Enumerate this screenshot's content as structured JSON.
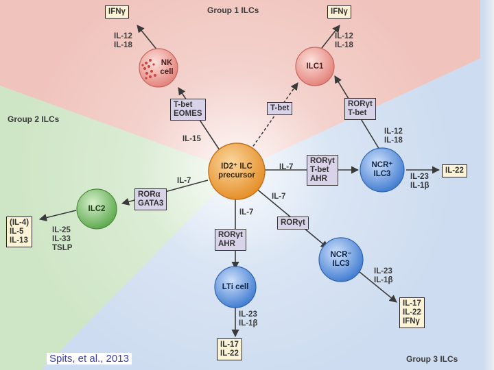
{
  "groups": {
    "g1": "Group 1 ILCs",
    "g2": "Group 2 ILCs",
    "g3": "Group 3 ILCs"
  },
  "cells": {
    "precursor": "ID2⁺ ILC\nprecursor",
    "nk": "NK\ncell",
    "ilc1": "ILC1",
    "ilc2": "ILC2",
    "ncrp": "NCR⁺\nILC3",
    "ncrm": "NCR⁻\nILC3",
    "lti": "LTi cell"
  },
  "tf": {
    "nk": "T-bet\nEOMES",
    "ilc1": "T-bet",
    "ncrp_up": "RORγt\nT-bet",
    "ncrp": "RORγt\nT-bet\nAHR",
    "ilc2": "RORα\nGATA3",
    "lti": "RORγt\nAHR",
    "ncrm": "RORγt"
  },
  "cytokines": {
    "nk_in": "IL-12\nIL-18",
    "ilc1_in": "IL-12\nIL-18",
    "il15": "IL-15",
    "ncrp_up_in": "IL-12\nIL-18",
    "ncrp_in": "IL-7",
    "ilc2_in": "IL-7",
    "ilc2_out_in": "IL-25\nIL-33\nTSLP",
    "lti_in": "IL-7",
    "ncrm_in": "IL-7",
    "ncrp_out_in": "IL-23\nIL-1β",
    "ncrm_out_in": "IL-23\nIL-1β",
    "lti_out_in": "IL-23\nIL-1β"
  },
  "outputs": {
    "nk": "IFNγ",
    "ilc1": "IFNγ",
    "ilc2": "(IL-4)\nIL-5\nIL-13",
    "ncrp": "IL-22",
    "ncrm": "IL-17\nIL-22\nIFNγ",
    "lti": "IL-17\nIL-22"
  },
  "citation": "Spits, et al., 2013",
  "colors": {
    "group1": "#f0c3bc",
    "group2": "#cfe6c6",
    "group3": "#cddcf0",
    "precursor": "#f2a23a",
    "nk": "#f2a49c",
    "ilc2": "#7cc46a",
    "ilc3": "#4f8ad6",
    "tf_box": "#d9d3ea",
    "output_box": "#fdf3d6"
  }
}
